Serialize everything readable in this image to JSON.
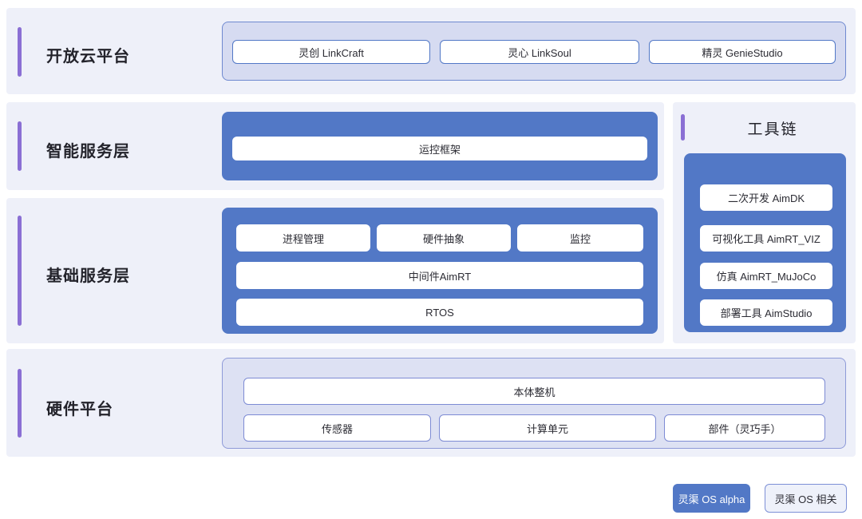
{
  "theme": {
    "page_bg": "#ffffff",
    "row_bg": "#eef0f9",
    "accent_purple": "#8a6fd4",
    "brand_blue": "#5278c6",
    "panel_light": "#d6dbf1",
    "panel_light_2": "#dde1f3",
    "text": "#23232b"
  },
  "layers": {
    "cloud": {
      "title": "开放云平台",
      "items": [
        {
          "label": "灵创 LinkCraft"
        },
        {
          "label": "灵心 LinkSoul"
        },
        {
          "label": "精灵 GenieStudio"
        }
      ]
    },
    "service": {
      "title": "智能服务层",
      "items": [
        {
          "label": "运控框架"
        }
      ]
    },
    "base": {
      "title": "基础服务层",
      "row1": [
        {
          "label": "进程管理"
        },
        {
          "label": "硬件抽象"
        },
        {
          "label": "监控"
        }
      ],
      "row2": {
        "label": "中间件AimRT"
      },
      "row3": {
        "label": "RTOS"
      }
    },
    "hardware": {
      "title": "硬件平台",
      "row1": {
        "label": "本体整机"
      },
      "row2": [
        {
          "label": "传感器"
        },
        {
          "label": "计算单元"
        },
        {
          "label": "部件（灵巧手）"
        }
      ]
    }
  },
  "toolchain": {
    "title": "工具链",
    "items": [
      {
        "label": "二次开发 AimDK"
      },
      {
        "label": "可视化工具 AimRT_VIZ"
      },
      {
        "label": "仿真 AimRT_MuJoCo"
      },
      {
        "label": "部署工具 AimStudio"
      }
    ]
  },
  "legend": {
    "items": [
      {
        "label": "灵渠 OS alpha",
        "style": "filled"
      },
      {
        "label": "灵渠 OS 相关",
        "style": "outline"
      }
    ]
  }
}
